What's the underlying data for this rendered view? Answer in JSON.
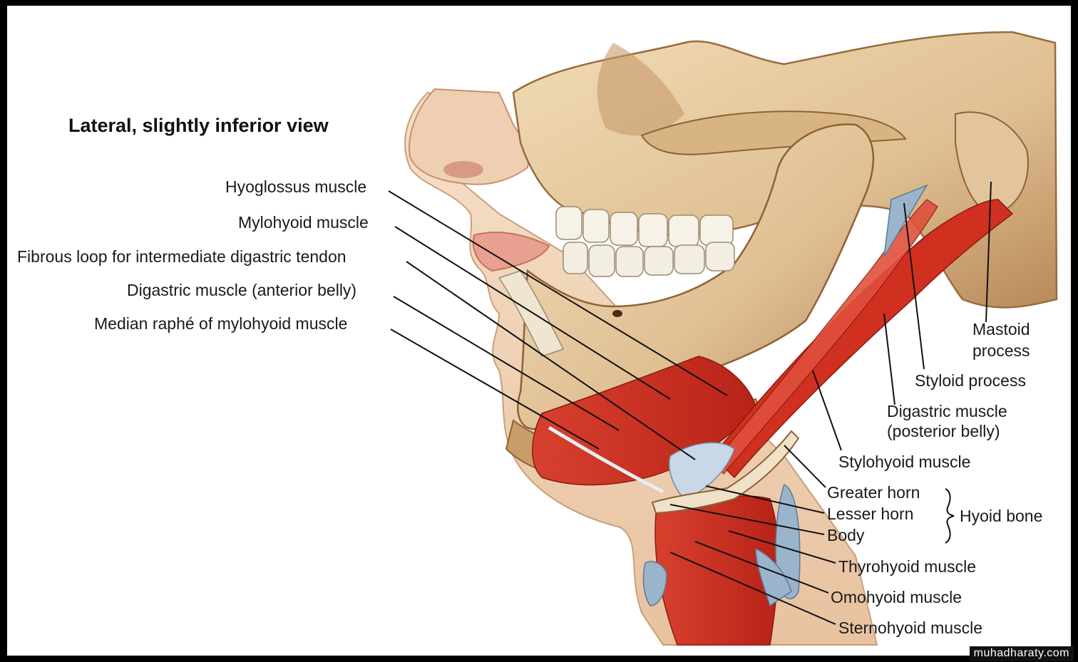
{
  "title": "Lateral, slightly inferior view",
  "labels": {
    "hyoglossus": "Hyoglossus muscle",
    "mylohyoid": "Mylohyoid muscle",
    "fibrous_loop": "Fibrous loop for intermediate digastric tendon",
    "digastric_anterior": "Digastric muscle (anterior belly)",
    "median_raphe": "Median raphé of mylohyoid muscle",
    "mastoid_line1": "Mastoid",
    "mastoid_line2": "process",
    "styloid": "Styloid process",
    "digastric_posterior_line1": "Digastric muscle",
    "digastric_posterior_line2": "(posterior belly)",
    "stylohyoid": "Stylohyoid muscle",
    "greater_horn": "Greater horn",
    "lesser_horn": "Lesser horn",
    "body": "Body",
    "hyoid_bone": "Hyoid bone",
    "thyrohyoid": "Thyrohyoid muscle",
    "omohyoid": "Omohyoid muscle",
    "sternohyoid": "Sternohyoid muscle"
  },
  "watermark": "muhadharaty.com",
  "colors": {
    "frame": "#000000",
    "bone": "#e6c9a0",
    "bone_shadow": "#b8895a",
    "muscle": "#c8281e",
    "muscle_light": "#e0503c",
    "cartilage": "#9ab4cc",
    "skin": "#f2d4b8",
    "teeth": "#f6f2e8"
  }
}
